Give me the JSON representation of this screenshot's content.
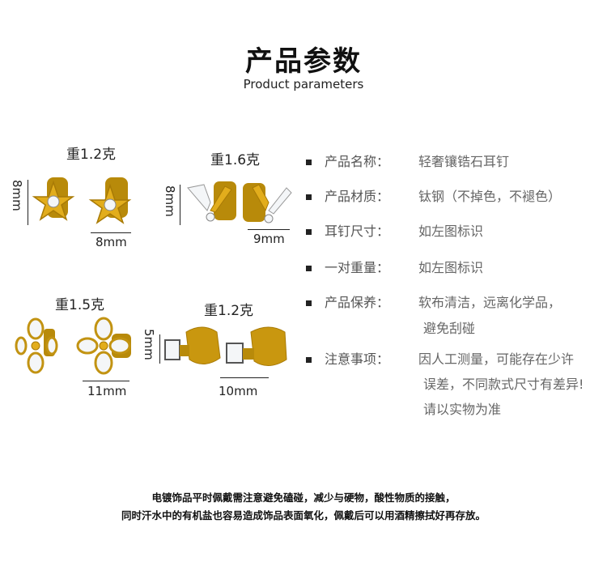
{
  "header": {
    "title_cn": "产品参数",
    "title_en": "Product parameters"
  },
  "products": [
    {
      "weight": "重1.2克",
      "height": "8mm",
      "width": "8mm",
      "icon": "star-flower-stud-icon"
    },
    {
      "weight": "重1.6克",
      "height": "8mm",
      "width": "9mm",
      "icon": "butterfly-stud-icon"
    },
    {
      "weight": "重1.5克",
      "width": "11mm",
      "icon": "clover-stud-icon"
    },
    {
      "weight": "重1.2克",
      "height": "5mm",
      "width": "10mm",
      "icon": "square-stone-stud-icon"
    }
  ],
  "specs": [
    {
      "label": "产品名称：",
      "value": [
        "轻奢镶锆石耳钉"
      ]
    },
    {
      "label": "产品材质：",
      "value": [
        "钛钢（不掉色，不褪色）"
      ]
    },
    {
      "label": "耳钉尺寸：",
      "value": [
        "如左图标识"
      ]
    },
    {
      "label": "一对重量：",
      "value": [
        "如左图标识"
      ]
    },
    {
      "label": "产品保养：",
      "value": [
        "软布清洁，远离化学品，",
        "避免刮碰"
      ]
    },
    {
      "label": "注意事项：",
      "value": [
        "因人工测量，可能存在少许",
        "误差，不同款式尺寸有差异!",
        "请以实物为准"
      ]
    }
  ],
  "footer": {
    "line1": "电镀饰品平时佩戴需注意避免磕碰，减少与硬物，酸性物质的接触，",
    "line2": "同时汗水中的有机盐也容易造成饰品表面氧化，佩戴后可以用酒精擦拭好再存放。"
  },
  "colors": {
    "gold": "#d9a416",
    "gold_dark": "#a87a06",
    "stone": "#f4f6f8"
  }
}
